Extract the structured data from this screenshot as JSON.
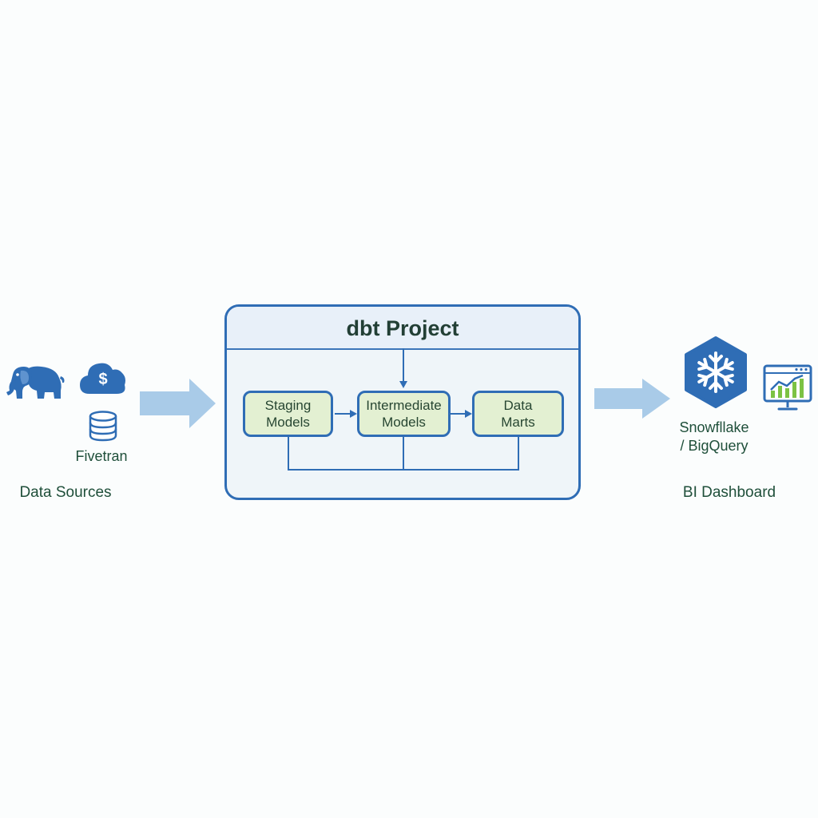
{
  "sources": {
    "connector_label": "Fivetran",
    "group_label": "Data Sources",
    "currency_symbol": "$",
    "icons": [
      "elephant-icon",
      "cloud-dollar-icon",
      "database-icon"
    ]
  },
  "project": {
    "title": "dbt Project",
    "models": [
      {
        "label": "Staging\nModels"
      },
      {
        "label": "Intermediate\nModels"
      },
      {
        "label": "Data\nMarts"
      }
    ]
  },
  "destination": {
    "warehouse_line1": "Snowfllake",
    "warehouse_line2": "/ BigQuery",
    "dashboard_label": "BI Dashboard",
    "icons": [
      "snowflake-hexagon-icon",
      "dashboard-monitor-icon"
    ]
  },
  "colors": {
    "primary_blue": "#2f6db5",
    "arrow_blue": "#a9cbe8",
    "model_green": "#e3f0d2",
    "label_green": "#1f4f3a",
    "chart_green": "#7cc243"
  }
}
